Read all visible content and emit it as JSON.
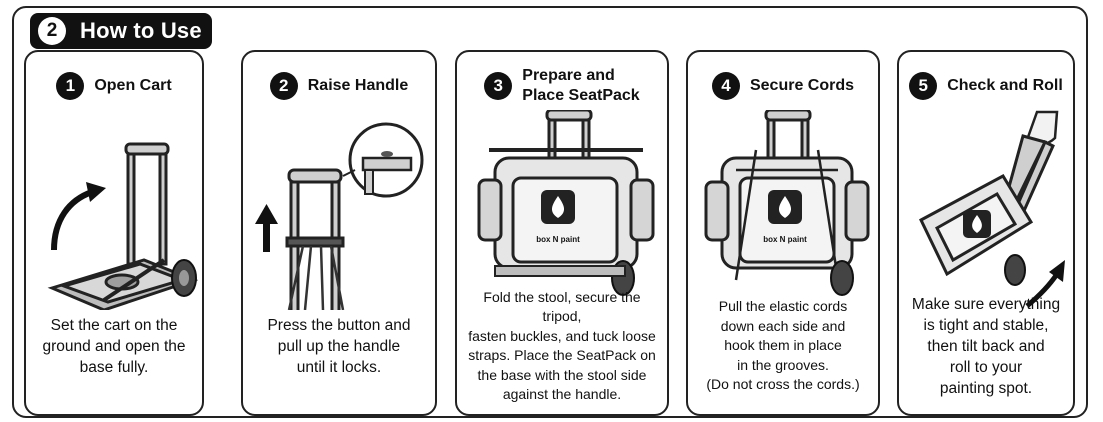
{
  "section": {
    "number": "2",
    "title": "How to Use"
  },
  "steps": [
    {
      "number": "1",
      "heading": "Open Cart",
      "description": "Set the cart on the\nground and open the\nbase fully."
    },
    {
      "number": "2",
      "heading": "Raise Handle",
      "description": "Press the button and\npull up the handle\nuntil it locks."
    },
    {
      "number": "3",
      "heading": "Prepare and\nPlace SeatPack",
      "description": "Fold the stool, secure the tripod,\nfasten buckles, and tuck loose\nstraps. Place the SeatPack on\nthe base with the stool side\nagainst the handle."
    },
    {
      "number": "4",
      "heading": "Secure Cords",
      "description": "Pull the elastic cords\ndown each side and\nhook them in place\nin the grooves.\n(Do not cross the cords.)"
    },
    {
      "number": "5",
      "heading": "Check and Roll",
      "description": "Make sure everything\nis tight and stable,\nthen tilt back and\nroll to your\npainting spot."
    }
  ],
  "brand_label": "box N paint",
  "colors": {
    "ink": "#111111",
    "paper": "#ffffff",
    "metal": "#bdbdbd",
    "bag": "#e6e6e6"
  },
  "icons": [
    "curved-arrow-icon",
    "up-arrow-icon",
    "zoom-callout-icon",
    "paint-drop-logo-icon",
    "hand-icon"
  ]
}
